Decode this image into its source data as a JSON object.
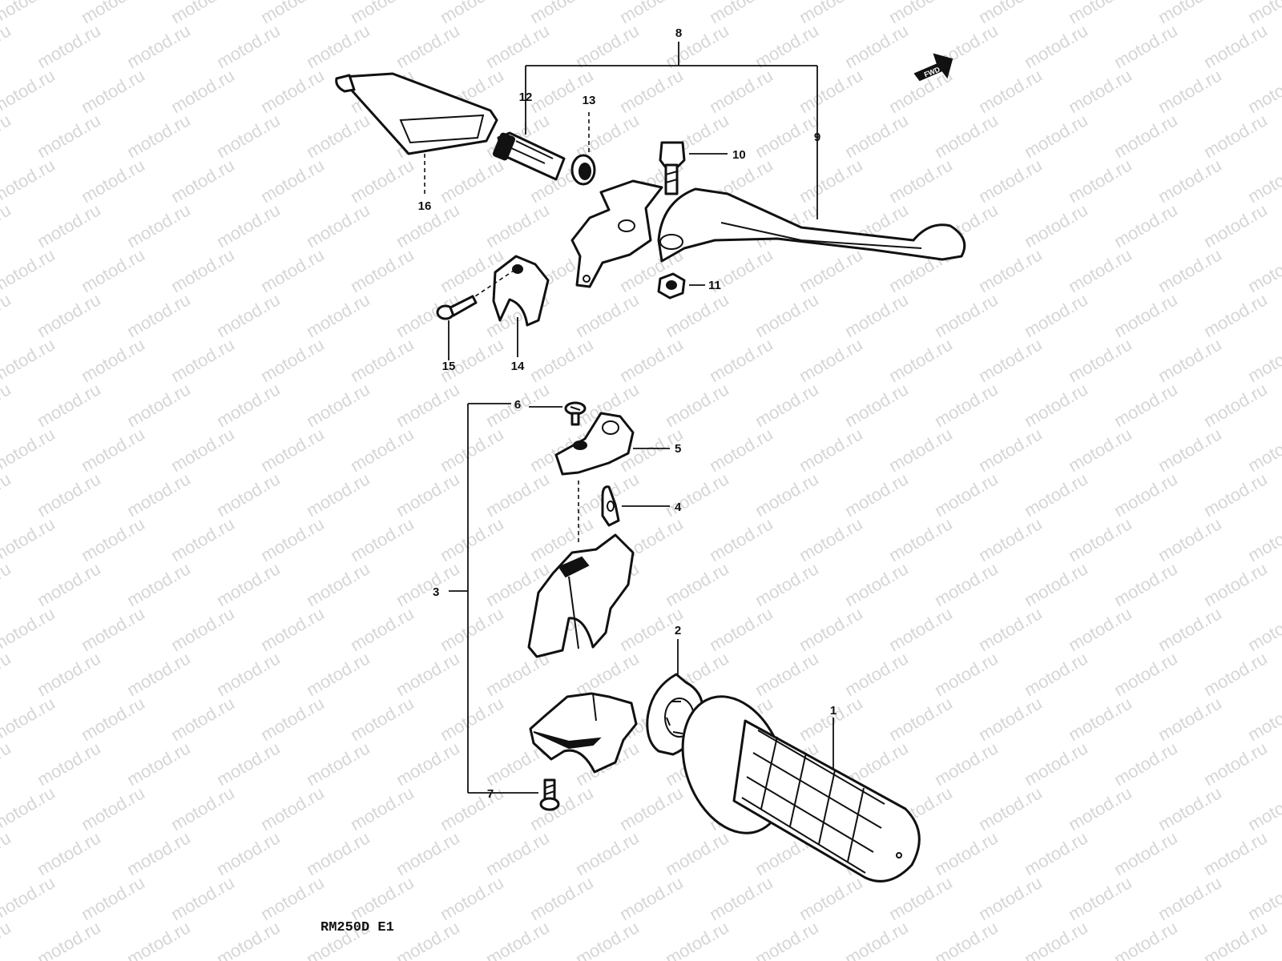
{
  "diagram": {
    "watermark": "motod.ru",
    "model_label": "RM250D  E1",
    "fwd_label": "FWD",
    "callouts": {
      "c1": "1",
      "c2": "2",
      "c3": "3",
      "c4": "4",
      "c5": "5",
      "c6": "6",
      "c7": "7",
      "c8": "8",
      "c9": "9",
      "c10": "10",
      "c11": "11",
      "c12": "12",
      "c13": "13",
      "c14": "14",
      "c15": "15",
      "c16": "16"
    }
  }
}
